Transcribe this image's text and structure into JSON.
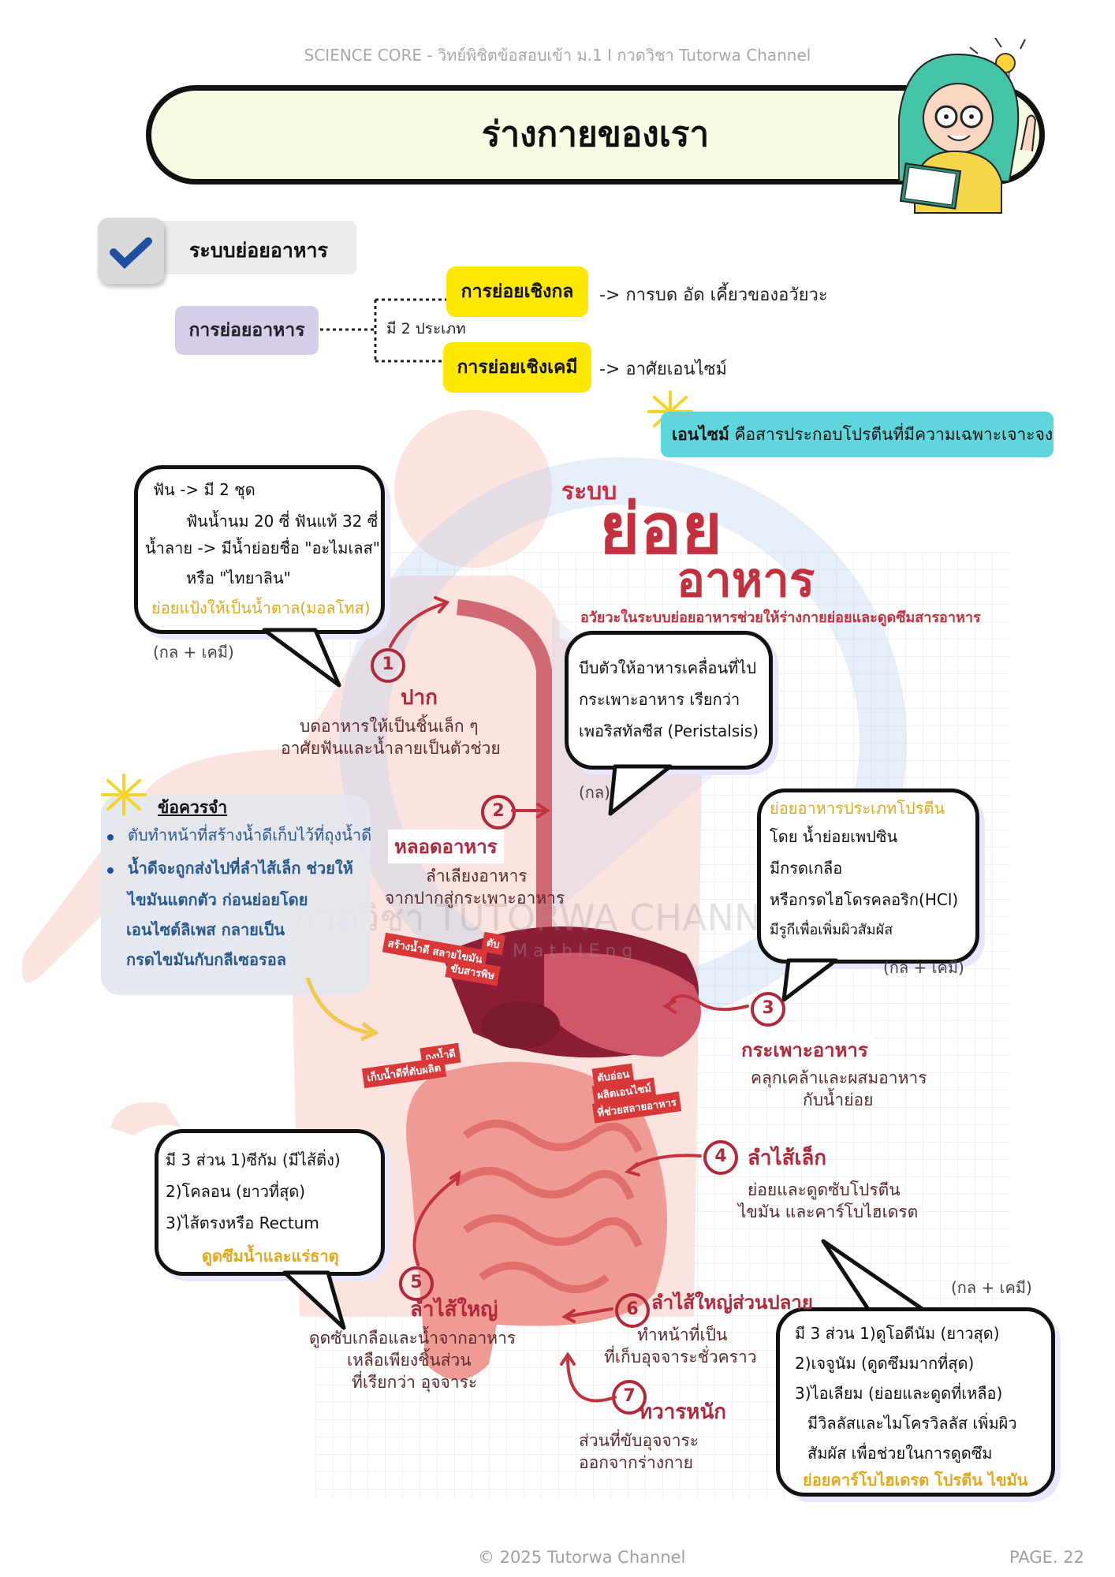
{
  "header": {
    "line": "SCIENCE CORE  - วิทย์พิชิตข้อสอบเข้า ม.1 I กวดวิชา Tutorwa Channel"
  },
  "title": "ร่างกายของเรา",
  "section": {
    "label": "ระบบย่อยอาหาร"
  },
  "digestion": {
    "root": "การย่อยอาหาร",
    "types_note": "มี 2 ประเภท",
    "mechanical": {
      "label": "การย่อยเชิงกล",
      "note": "-> การบด อัด เคี้ยวของอวัยวะ"
    },
    "chemical": {
      "label": "การย่อยเชิงเคมี",
      "note": "-> อาศัยเอนไซม์"
    }
  },
  "enzyme_note": {
    "term": "เอนไซม์",
    "rest": " คือสารประกอบโปรตีนที่มีความเฉพาะเจาะจง"
  },
  "poster": {
    "small": "ระบบ",
    "line1": "ย่อย",
    "line2": "อาหาร",
    "subtitle": "อวัยวะในระบบย่อยอาหารช่วยให้ร่างกายย่อยและดูดซึมสารอาหาร",
    "watermark": "กวดวิชา TUTORWA CHANNEL",
    "watermark_sub": "M a t h  I  E n g"
  },
  "mouth_box": {
    "lines": [
      "ฟัน -> มี 2 ชุด",
      "ฟันน้ำนม 20 ซี่ ฟันแท้ 32 ซี่",
      "น้ำลาย -> มีน้ำย่อยชื่อ \"อะไมเลส\"",
      "หรือ \"ไทยาลิน\""
    ],
    "highlight": "ย่อยแป้งให้เป็นน้ำตาล(มอลโทส)",
    "tag": "(กล + เคมี)"
  },
  "esophagus_box": {
    "lines": [
      "บีบตัวให้อาหารเคลื่อนที่ไป",
      "กระเพาะอาหาร เรียกว่า",
      "เพอริสทัลซีส (Peristalsis)"
    ],
    "tag": "(กล)"
  },
  "stomach_box": {
    "highlight": "ย่อยอาหารประเภทโปรตีน",
    "lines": [
      "โดย น้ำย่อยเพปซิน",
      "มีกรดเกลือ",
      "หรือกรดไฮโดรคลอริก(HCl)"
    ],
    "small": "มีรูกีเพื่อเพิ่มผิวสัมผัส",
    "tag": "(กล + เคมี)"
  },
  "large_box": {
    "lines": [
      "มี 3 ส่วน 1)ซีกัม (มีไส้ติ่ง)",
      "2)โคลอน (ยาวที่สุด)",
      "3)ไส้ตรงหรือ Rectum"
    ],
    "highlight": "ดูดซึมน้ำและแร่ธาตุ"
  },
  "small_box": {
    "tag": "(กล + เคมี)",
    "lines": [
      "มี 3 ส่วน 1)ดูโอดีนัม (ยาวสุด)",
      "2)เจจูนัม (ดูดซึมมากที่สุด)",
      "3)ไอเลียม (ย่อยและดูดที่เหลือ)",
      "มีวิลลัสและไมโครวิลลัส เพิ่มผิว",
      "สัมผัส เพื่อช่วยในการดูดซึม"
    ],
    "highlight": "ย่อยคาร์โบไฮเดรต โปรตีน ไขมัน"
  },
  "remember": {
    "title": "ข้อควรจำ",
    "items": [
      "ตับทำหน้าที่สร้างน้ำดีเก็บไว้ที่ถุงน้ำดี",
      "น้ำดีจะถูกส่งไปที่ลำไส้เล็ก ช่วยให้",
      "ไขมันแตกตัว ก่อนย่อยโดย",
      "เอนไซต์ลิเพส กลายเป็น",
      "กรดไขมันกับกลีเซอรอล"
    ]
  },
  "organs": [
    {
      "num": "1",
      "name": "ปาก",
      "desc": [
        "บดอาหารให้เป็นชิ้นเล็ก ๆ",
        "อาศัยฟันและน้ำลายเป็นตัวช่วย"
      ]
    },
    {
      "num": "2",
      "name": "หลอดอาหาร",
      "desc": [
        "ลำเลียงอาหาร",
        "จากปากสู่กระเพาะอาหาร"
      ]
    },
    {
      "num": "3",
      "name": "กระเพาะอาหาร",
      "desc": [
        "คลุกเคล้าและผสมอาหาร",
        "กับน้ำย่อย"
      ]
    },
    {
      "num": "4",
      "name": "ลำไส้เล็ก",
      "desc": [
        "ย่อยและดูดซับโปรตีน",
        "ไขมัน และคาร์โบไฮเดรต"
      ]
    },
    {
      "num": "5",
      "name": "ลำไส้ใหญ่",
      "desc": [
        "ดูดซับเกลือและน้ำจากอาหาร",
        "เหลือเพียงชิ้นส่วน",
        "ที่เรียกว่า อุจจาระ"
      ]
    },
    {
      "num": "6",
      "name": "ลำไส้ใหญ่ส่วนปลาย",
      "desc": [
        "ทำหน้าที่เป็น",
        "ที่เก็บอุจจาระชั่วคราว"
      ]
    },
    {
      "num": "7",
      "name": "ทวารหนัก",
      "desc": [
        "ส่วนที่ขับอุจจาระ",
        "ออกจากร่างกาย"
      ]
    }
  ],
  "tags": {
    "liver": "ตับ",
    "liver_a": "สร้างน้ำดี สลายไขมัน",
    "liver_b": "ขับสารพิษ",
    "gall_a": "ถุงน้ำดี",
    "gall_b": "เก็บน้ำดีที่ตับผลิต",
    "pancreas_a": "ตับอ่อน",
    "pancreas_b": "ผลิตเอนไซม์",
    "pancreas_c": "ที่ช่วยสลายอาหาร"
  },
  "footer": {
    "copyright": "© 2025 Tutorwa Channel",
    "page": "PAGE. 22"
  },
  "colors": {
    "maroon": "#b0293b",
    "gold": "#e3a91c",
    "yellow": "#ffe800",
    "lavender": "#d6cdea",
    "cyan": "#5fd6dc",
    "blue_text": "#2a5a8c"
  }
}
